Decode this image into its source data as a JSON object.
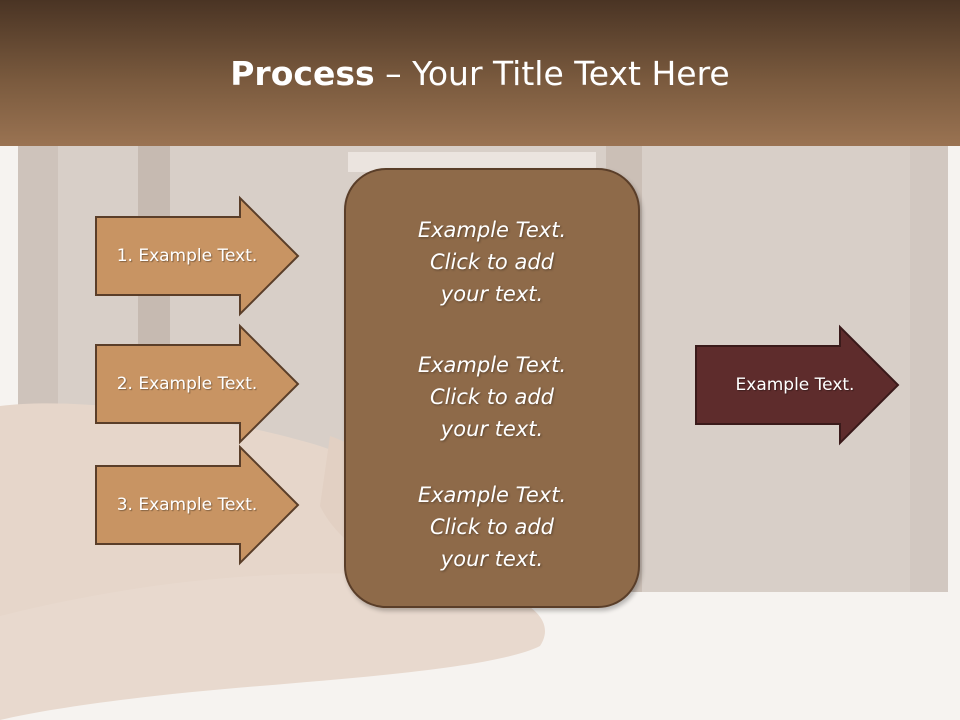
{
  "title": {
    "bold": "Process",
    "rest": " – Your Title Text Here"
  },
  "colors": {
    "input_arrow_fill": "#c89463",
    "input_arrow_stroke": "#5a3e29",
    "center_fill": "#8e6a49",
    "output_arrow_fill": "#5e2c2c",
    "header_top": "#4a3424",
    "header_bottom": "#9a7352"
  },
  "inputs": [
    {
      "label": "1. Example Text."
    },
    {
      "label": "2. Example Text."
    },
    {
      "label": "3. Example Text."
    }
  ],
  "center_blocks": [
    {
      "lines": [
        "Example Text.",
        "Click  to add",
        "your text."
      ]
    },
    {
      "lines": [
        "Example Text.",
        "Click  to add",
        "your text."
      ]
    },
    {
      "lines": [
        "Example Text.",
        "Click  to add",
        "your text."
      ]
    }
  ],
  "output": {
    "label": "Example Text."
  }
}
